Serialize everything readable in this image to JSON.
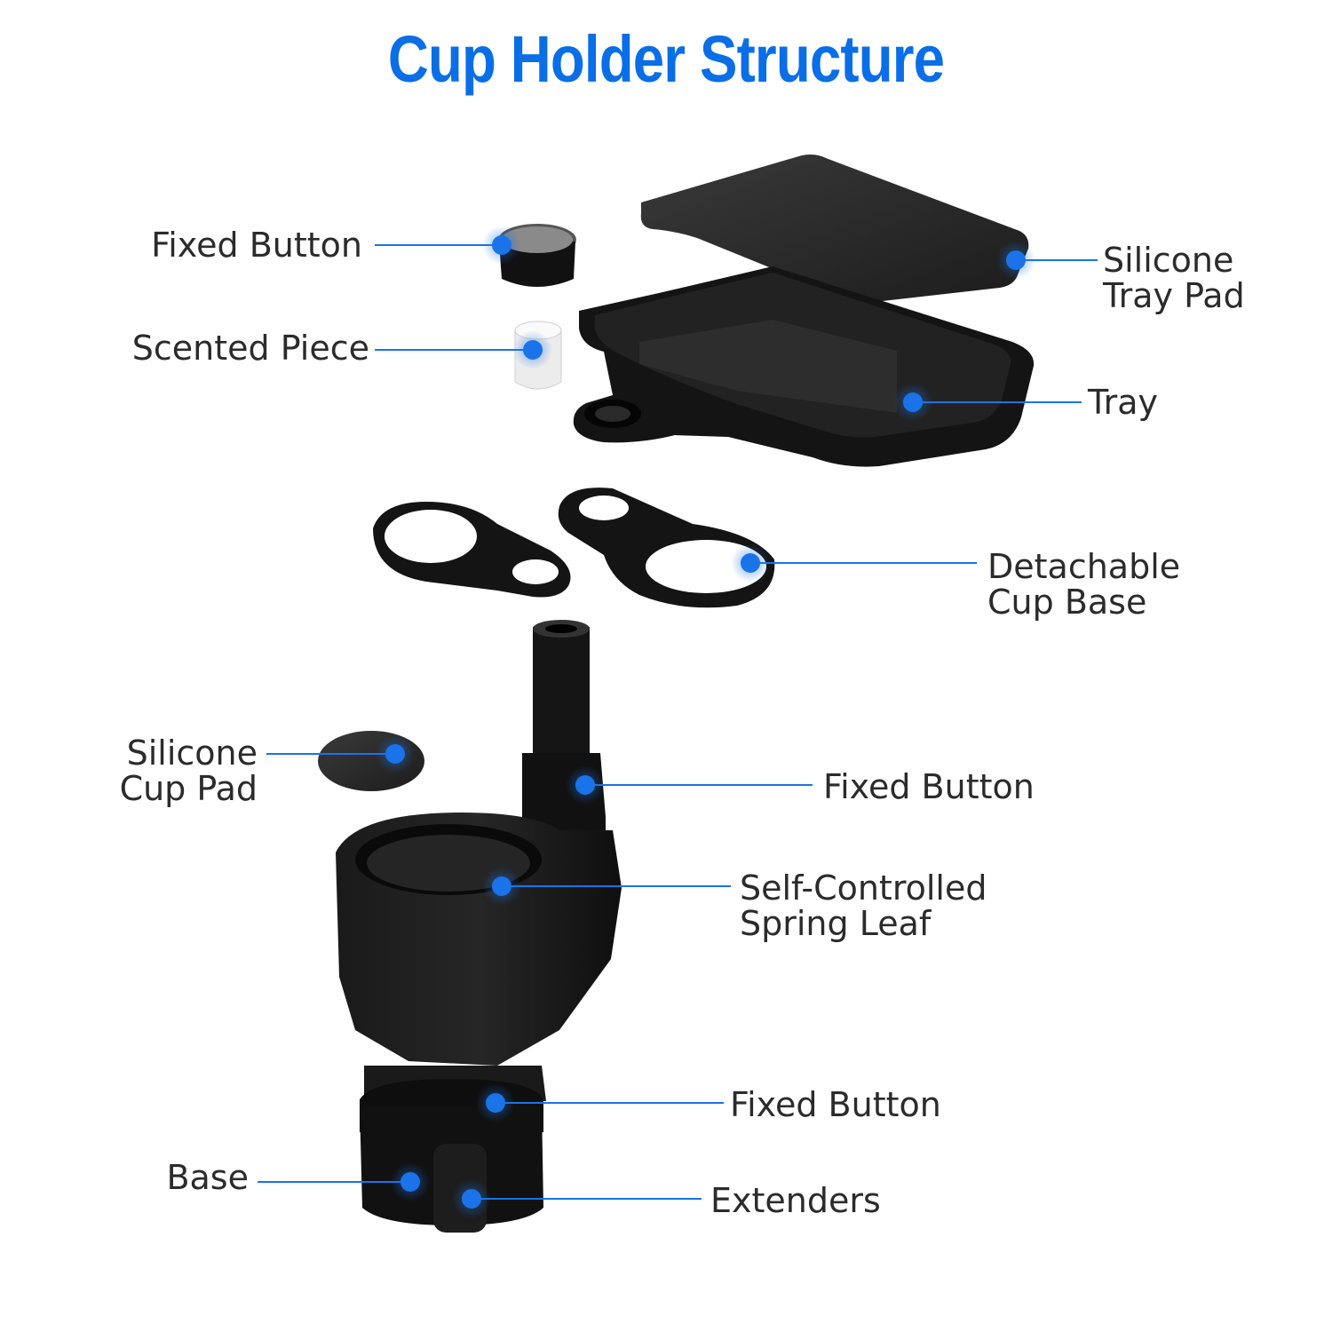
{
  "title": "Cup Holder Structure",
  "colors": {
    "title": "#0a6ee6",
    "callout": "#1a73e8",
    "dot": "#1a73e8",
    "part": "#161616"
  },
  "labels": {
    "fixed_button_top": "Fixed Button",
    "scented_piece": "Scented Piece",
    "silicone_tray_pad": [
      "Silicone",
      "Tray Pad"
    ],
    "tray": "Tray",
    "detachable_cup_base": [
      "Detachable",
      "Cup Base"
    ],
    "silicone_cup_pad": [
      "Silicone",
      "Cup Pad"
    ],
    "fixed_button_mid": "Fixed Button",
    "spring_leaf": [
      "Self-Controlled",
      "Spring Leaf"
    ],
    "fixed_button_bottom": "Fixed Button",
    "base": "Base",
    "extenders": "Extenders"
  }
}
